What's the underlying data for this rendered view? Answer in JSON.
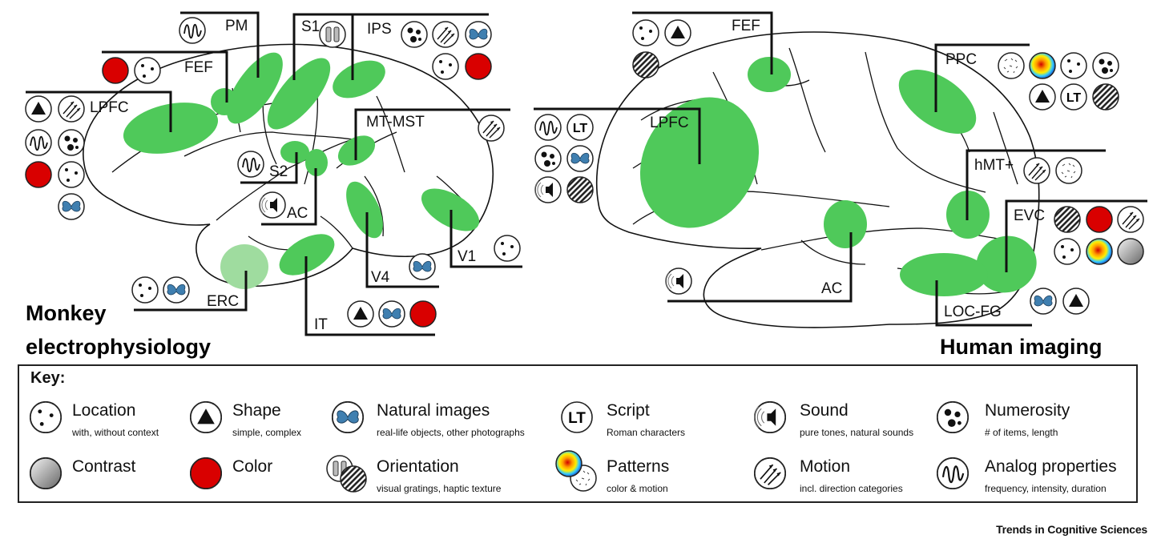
{
  "monkey": {
    "title_line1": "Monkey",
    "title_line2": "electrophysiology",
    "regions": {
      "pm": "PM",
      "s1": "S1",
      "ips": "IPS",
      "fef": "FEF",
      "lpfc": "LPFC",
      "mt_mst": "MT-MST",
      "s2": "S2",
      "ac": "AC",
      "v1": "V1",
      "v4": "V4",
      "erc": "ERC",
      "it": "IT"
    }
  },
  "human": {
    "title": "Human imaging",
    "regions": {
      "fef": "FEF",
      "ppc": "PPC",
      "lpfc": "LPFC",
      "hmt": "hMT+",
      "evc": "EVC",
      "ac": "AC",
      "loc_fg": "LOC-FG"
    },
    "script_glyph": "LT"
  },
  "key": {
    "title": "Key:",
    "items": [
      {
        "icon": "location-icon",
        "label": "Location",
        "sub": "with, without context"
      },
      {
        "icon": "shape-icon",
        "label": "Shape",
        "sub": "simple, complex"
      },
      {
        "icon": "natural-images-icon",
        "label": "Natural images",
        "sub": "real-life objects, other photographs"
      },
      {
        "icon": "script-icon",
        "label": "Script",
        "sub": "Roman characters",
        "glyph": "LT"
      },
      {
        "icon": "sound-icon",
        "label": "Sound",
        "sub": "pure tones, natural sounds"
      },
      {
        "icon": "numerosity-icon",
        "label": "Numerosity",
        "sub": "# of items, length"
      },
      {
        "icon": "contrast-icon",
        "label": "Contrast",
        "sub": ""
      },
      {
        "icon": "color-icon",
        "label": "Color",
        "sub": ""
      },
      {
        "icon": "orientation-icon",
        "label": "Orientation",
        "sub": "visual gratings, haptic texture"
      },
      {
        "icon": "patterns-icon",
        "label": "Patterns",
        "sub": "color & motion"
      },
      {
        "icon": "motion-icon",
        "label": "Motion",
        "sub": "incl. direction categories"
      },
      {
        "icon": "analog-properties-icon",
        "label": "Analog properties",
        "sub": "frequency, intensity, duration"
      }
    ]
  },
  "credit": "Trends in Cognitive Sciences",
  "colors": {
    "region": "#4fc95a",
    "region_light": "#9fdc9f",
    "color_dot": "#d90000",
    "line": "#111111"
  }
}
